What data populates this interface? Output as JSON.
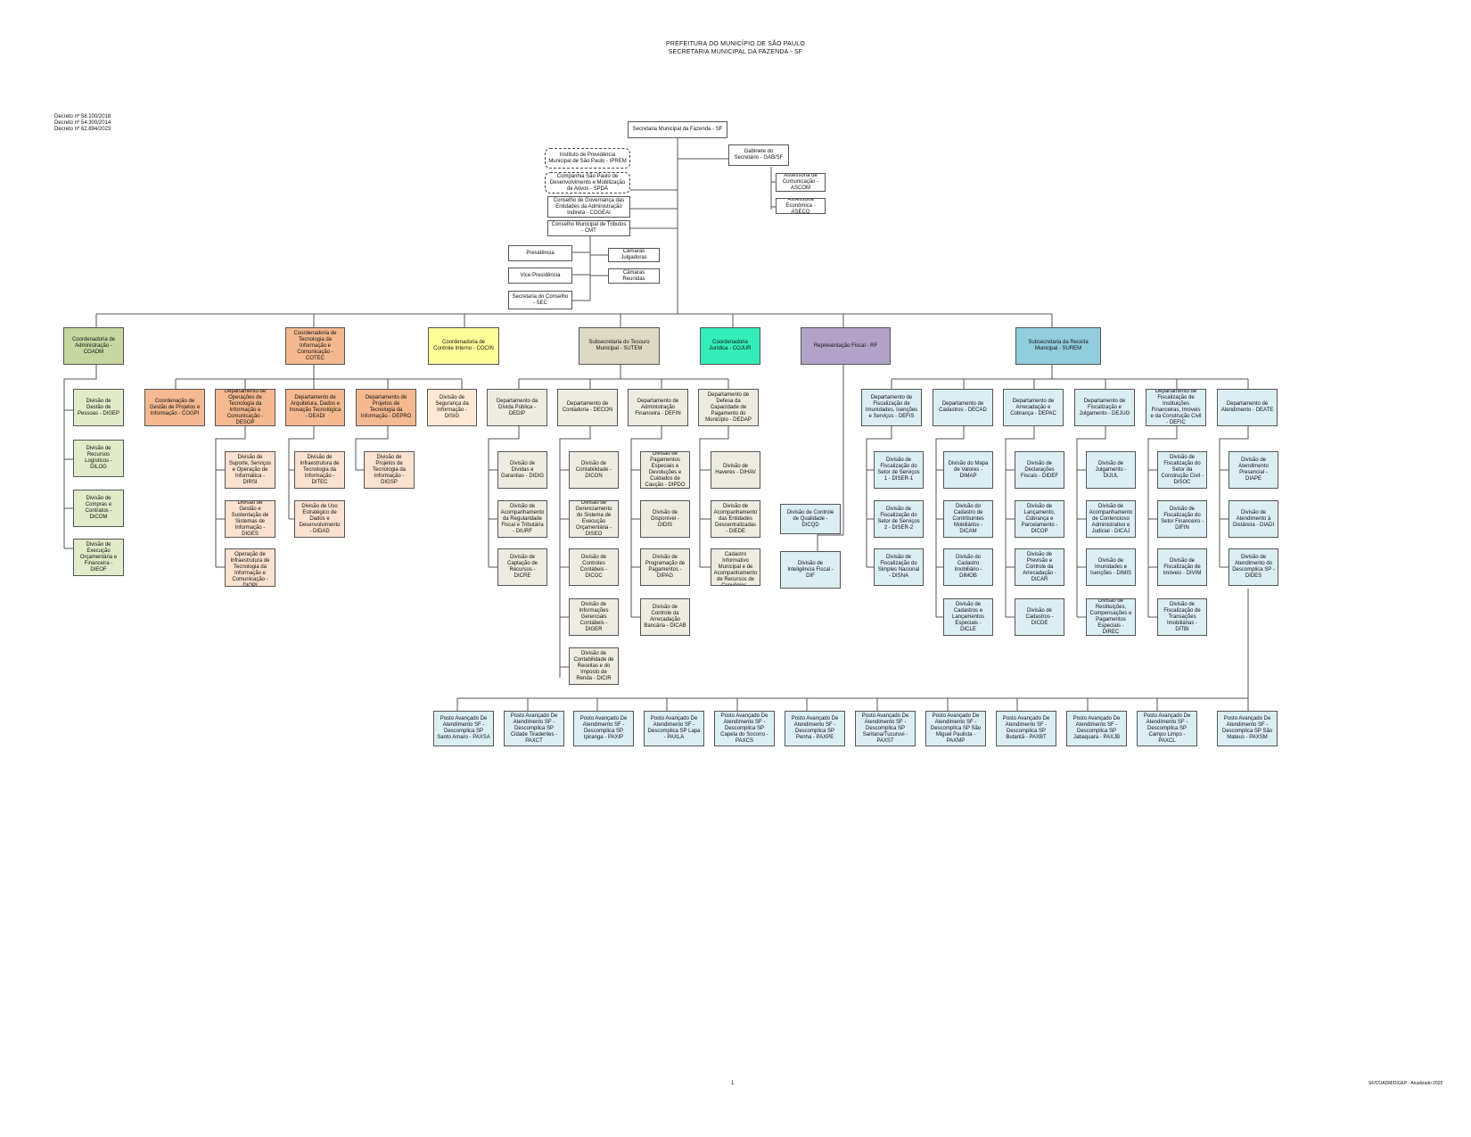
{
  "header": {
    "line1": "PREFEITURA DO MUNICÍPIO DE SÃO PAULO",
    "line2": "SECRETARIA MUNICIPAL DA FAZENDA - SF"
  },
  "decrees": [
    "Decreto nº 58.100/2018",
    "Decreto nº 54.300/2014",
    "Decreto nº 62.894/2023"
  ],
  "top": {
    "sf": "Secretaria Municipal da Fazenda - SF",
    "gab": "Gabinete do Secretário - GAB/SF",
    "ascom": "Assessoria de Comunicação - ASCOM",
    "aseco": "Assessoria Econômica - ASECO",
    "iprem": "Instituto de Previdência Municipal de São Paulo - IPREM",
    "spda": "Companhia São Paulo de Desenvolvimento e Mobilização de Ativos - SPDA",
    "cogeai": "Conselho de Governança das Entidades da Administração Indireta - COGEAI",
    "cmt": "Conselho Municipal de Tributos - CMT",
    "presid": "Presidência",
    "vice": "Vice-Presidência",
    "secr": "Secretaria do Conselho - SEC",
    "camjul": "Câmaras Julgadoras",
    "camreu": "Câmaras Reunidas"
  },
  "level1": {
    "coadm": "Coordenadoria de Administração - COADM",
    "cotec": "Coordenadoria de Tecnologia da Informação e Comunicação - COTEC",
    "cocin": "Coordenadoria de Controle Interno - COCIN",
    "sutem": "Subsecretaria do Tesouro Municipal - SUTEM",
    "cojur": "Coordenadoria Jurídica - COJUR",
    "rf": "Representação Fiscal - RF",
    "surem": "Subsecretaria da Receita Municipal - SUREM"
  },
  "coadm": {
    "digep": "Divisão de Gestão de Pessoas - DIGEP",
    "dilog": "Divisão de Recursos Logísticos - DILOG",
    "dicom": "Divisão de Compras e Contratos - DICOM",
    "diof": "Divisão de Execução Orçamentária e Financeira - DIEOF"
  },
  "cotec": {
    "cogpi": "Coordenação de Gestão de Projetos e Informação - COGPI",
    "desop": "Departamento de Operações de Tecnologia da Informação e Comunicação - DESOP",
    "deadi": "Departamento de Arquitetura, Dados e Inovação Tecnológica - DEADI",
    "depro": "Departamento de Projetos de Tecnologia da Informação - DEPRO",
    "disig": "Divisão de Segurança da Informação - DISIG",
    "dirsi": "Divisão de Suporte, Serviços e Operação de Informática - DIRSI",
    "diges": "Divisão de Gestão e Sustentação de Sistemas de Informação - DIGES",
    "diopi": "Divisão de Operação de Infraestrutura de Tecnologia da Informação e Comunicação - DIOPI",
    "ditec": "Divisão de Infraestrutura de Tecnologia da Informação - DITEC",
    "didad": "Divisão de Uso Estratégico de Dados e Desenvolvimento - DIDAD",
    "digsp": "Divisão de Projetos de Tecnologia da Informação - DIGSP"
  },
  "sutem": {
    "dedip": "Departamento da Dívida Pública - DEDIP",
    "decon": "Departamento de Contadoria - DECON",
    "defin": "Departamento de Administração Financeira - DEFIN",
    "dedap": "Departamento de Defesa da Capacidade de Pagamento do Município - DEDAP",
    "diac": "Divisão de Dívidas e Garantias - DIDIG",
    "diurf": "Divisão de Acompanhamento da Regularidade Fiscal e Tributária - DIURF",
    "dicre": "Divisão de Captação de Recursos - DICRE",
    "dicon": "Divisão de Contabilidade - DICON",
    "diseo": "Divisão de Gerenciamento do Sistema de Execução Orçamentária - DISEO",
    "dicoc": "Divisão de Controles Contábeis - DICOC",
    "diger": "Divisão de Informações Gerenciais Contábeis - DIGER",
    "dicir": "Divisão de Contabilidade de Receitas e do Imposto de Renda - DICIR",
    "dipdo": "Divisão de Pagamentos Especiais e Devoluções e Cuidados de Caução - DIPDO",
    "dids": "Divisão de Disponível - DIDIS",
    "dipag": "Divisão de Programação de Pagamentos - DIPAG",
    "dicab": "Divisão de Controle da Arrecadação Bancária - DICAB",
    "dihav": "Divisão de Haveres - DIHAV",
    "dede": "Divisão de Acompanhamento das Entidades Descentralizadas - DIEDE",
    "dicec": "Divisão de Gestão do Cadastro Informativo Municipal e de Acompanhamento de Recursos de Convênios - DICEC"
  },
  "rf": {
    "dicqd": "Divisão de Controle de Qualidade - DICQD",
    "dif": "Divisão de Inteligência Fiscal - DIF"
  },
  "surem": {
    "deris": "Departamento de Fiscalização de Imunidades, Isenções e Serviços - DEFIS",
    "decad": "Departamento de Cadastros - DECAD",
    "depac": "Departamento de Arrecadação e Cobrança - DEPAC",
    "dejug": "Departamento de Fiscalização e Julgamento - DEJUG",
    "dercc": "Departamento de Fiscalização de Instituições Financeiras, Imóveis e da Construção Civil - DEFIC",
    "deate": "Departamento de Atendimento - DEATE",
    "diser1": "Divisão de Fiscalização do Setor de Serviços 1 - DISER-1",
    "diser2": "Divisão de Fiscalização do Setor de Serviços 2 - DISER-2",
    "disna": "Divisão de Fiscalização do Simples Nacional - DISNA",
    "dimap": "Divisão do Mapa de Valores - DIMAP",
    "dicam": "Divisão do Cadastro de Contribuintes Mobiliários - DICAM",
    "dimob": "Divisão do Cadastro Imobiliário - DIMOB",
    "dicle": "Divisão de Cadastros e Lançamentos Especiais - DICLE",
    "dideo": "Divisão de Declarações Fiscais - DIDEF",
    "dicop": "Divisão de Lançamento, Cobrança e Parcelamento - DICOP",
    "dicar": "Divisão de Previsão e Controle da Arrecadação - DICAR",
    "dicde": "Divisão de Cadastros - DICDE",
    "dijul": "Divisão de Julgamento - DIJUL",
    "dicaj": "Divisão de Acompanhamento de Contencioso Administrativo e Judicial - DICAJ",
    "dimis": "Divisão de Imunidades e Isenções - DIMIS",
    "direc": "Divisão de Restituições, Compensações e Pagamentos Especiais - DIREC",
    "disoc": "Divisão de Fiscalização do Setor da Construção Civil - DISOC",
    "difin": "Divisão de Fiscalização do Setor Financeiro - DIFIN",
    "divim": "Divisão de Fiscalização de Imóveis - DIVIM",
    "ditbi": "Divisão de Fiscalização de Transações Imobiliárias - DITBI",
    "diafe": "Divisão de Atendimento Presencial - DIAPE",
    "diadi": "Divisão de Atendimento à Distância - DIADI",
    "dides": "Divisão de Atendimento do Descomplica SP - DIDES"
  },
  "postos": [
    "Posto Avançado De Atendimento SF - Descomplica SP Santo Amaro - PAXSA",
    "Posto Avançado De Atendimento SF - Descomplica SP Cidade Tiradentes - PAXCT",
    "Posto Avançado De Atendimento SF - Descomplica SP Ipiranga - PAXIP",
    "Posto Avançado De Atendimento SF - Descomplica SP Lapa - PAXLA",
    "Posto Avançado De Atendimento SF - Descomplica SP Capela do Socorro - PAXCS",
    "Posto Avançado De Atendimento SF - Descomplica SP Penha - PAXPE",
    "Posto Avançado De Atendimento SF - Descomplica SP Santana/Tucuruvi - PAXST",
    "Posto Avançado De Atendimento SF - Descomplica SP São Miguel Paulista - PAXMP",
    "Posto Avançado De Atendimento SF - Descomplica SP Butantã - PAXBT",
    "Posto Avançado De Atendimento SF - Descomplica SP Jabaquara - PAXJB",
    "Posto Avançado De Atendimento SF - Descomplica SP Campo Limpo - PAXCL",
    "Posto Avançado De Atendimento SF - Descomplica SP São Mateus - PAXSM"
  ],
  "footer": {
    "page": "1",
    "ref": "SF/COADM/DIGEP - Atualizado 2025"
  },
  "colors": {
    "adm": "#c6d8a0",
    "tec": "#f4b990",
    "cgm": "#ffff99",
    "sut": "#ddd9c4",
    "jur": "#33eeb8",
    "rep": "#b2a2c7",
    "sur": "#92cddc",
    "line": "#555555"
  }
}
